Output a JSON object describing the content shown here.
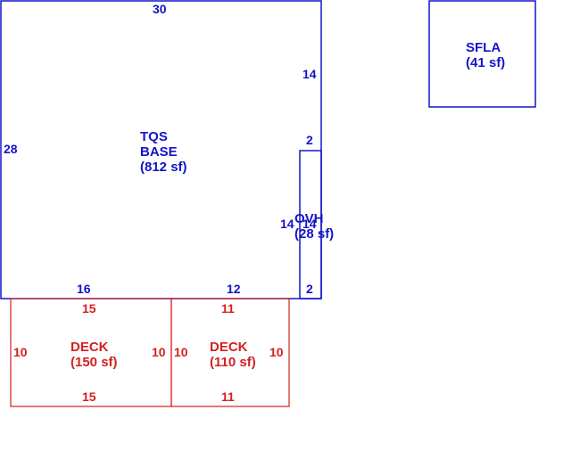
{
  "colors": {
    "building": "#1414c8",
    "deck": "#d42020",
    "background": "#ffffff"
  },
  "areas": {
    "base": {
      "line1": "TQS",
      "line2": "BASE",
      "area": "(812 sf)"
    },
    "ovh": {
      "line1": "OVH",
      "area": "(28 sf)"
    },
    "sfla": {
      "line1": "SFLA",
      "area": "(41 sf)"
    },
    "deck1": {
      "line1": "DECK",
      "area": "(150 sf)"
    },
    "deck2": {
      "line1": "DECK",
      "area": "(110 sf)"
    }
  },
  "dimensions": {
    "base_top": "30",
    "base_right_upper": "14",
    "base_left": "28",
    "ovh_top": "2",
    "ovh_left": "14",
    "ovh_right": "14",
    "base_bottom_left": "16",
    "base_bottom_right": "12",
    "ovh_bottom": "2",
    "deck1_top": "15",
    "deck1_bottom": "15",
    "deck1_left": "10",
    "deck1_right": "10",
    "deck2_top": "11",
    "deck2_bottom": "11",
    "deck2_left": "10",
    "deck2_right": "10"
  }
}
